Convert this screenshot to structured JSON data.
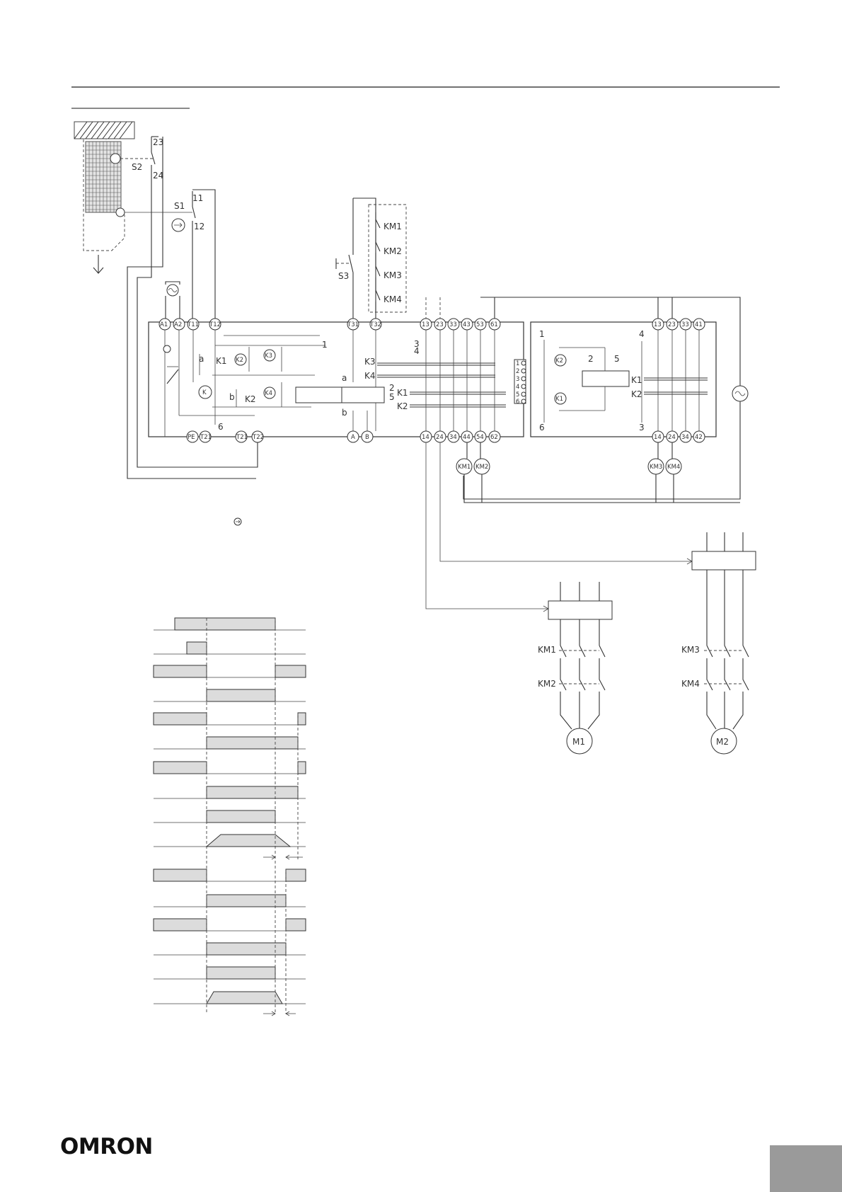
{
  "brand": {
    "logo": "OMRON"
  },
  "diagram": {
    "switches": {
      "s1": "S1",
      "s2": "S2",
      "s3": "S3",
      "s1_contacts": [
        "11",
        "12"
      ],
      "s2_contacts": [
        "23",
        "24"
      ]
    },
    "terminals_left": [
      "A1",
      "A2",
      "T11",
      "T12",
      "T31",
      "T32",
      "13",
      "23",
      "33",
      "43",
      "53",
      "61"
    ],
    "terminals_left_bottom": [
      "PE",
      "T21",
      "T21",
      "T22",
      "A",
      "B",
      "14",
      "24",
      "34",
      "44",
      "54",
      "62"
    ],
    "terminals_right": [
      "13",
      "23",
      "33",
      "41"
    ],
    "terminals_right_bottom": [
      "14",
      "24",
      "34",
      "42"
    ],
    "relays": [
      "K",
      "K1",
      "K2",
      "K3",
      "K4"
    ],
    "contactors": [
      "KM1",
      "KM2",
      "KM3",
      "KM4"
    ],
    "motors": [
      "M1",
      "M2"
    ],
    "connector_pins": [
      "1",
      "2",
      "3",
      "4",
      "5",
      "6"
    ],
    "module_labels": {
      "a": "a",
      "b": "b",
      "n1": "1",
      "n2": "2",
      "n3": "3",
      "n4": "4",
      "n5": "5",
      "n6": "6"
    }
  },
  "timing_chart": {
    "rows": 16
  }
}
